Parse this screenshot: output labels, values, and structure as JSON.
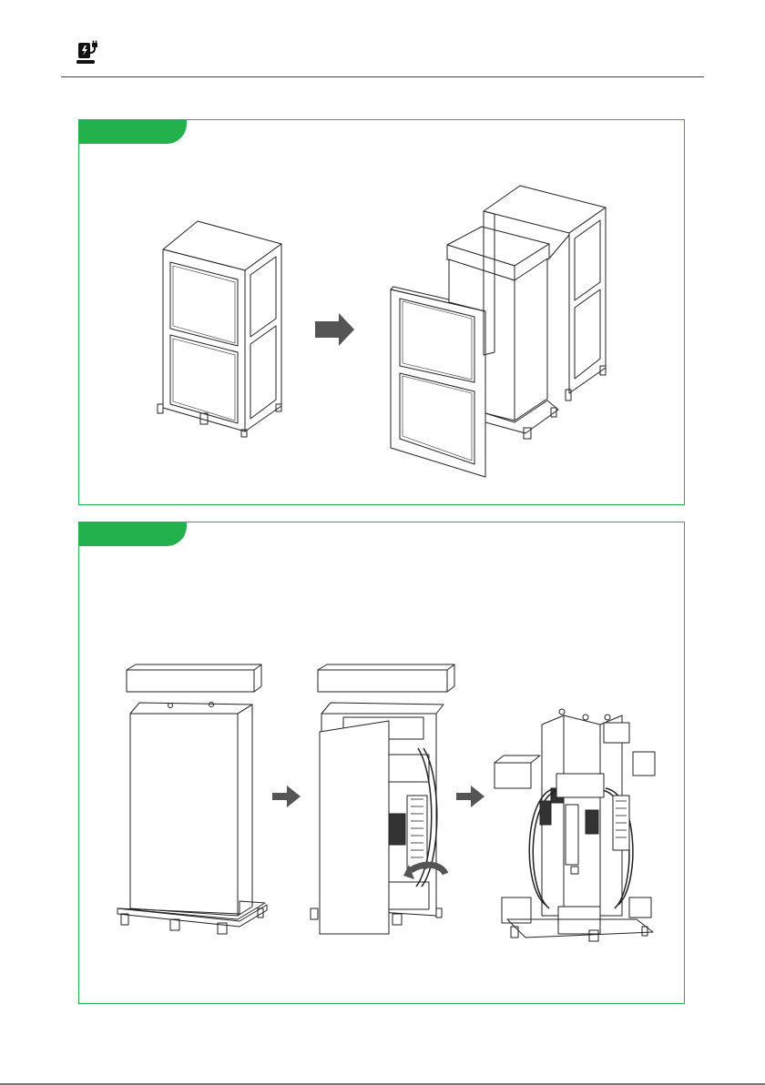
{
  "theme": {
    "accent": "#22b14c",
    "line": "#222222",
    "arrow": "#555555"
  },
  "header": {
    "logo_icon": "ev-charger-plug-icon"
  },
  "steps": [
    {
      "tab_label": "",
      "figures": [
        "crated-cabinet",
        "arrow-right-icon",
        "front-frame-panel",
        "carton-box",
        "crate-frame"
      ]
    },
    {
      "tab_label": "",
      "figures": [
        "boxed-charger",
        "arrow-right-icon",
        "opening-carton",
        "arrow-right-icon",
        "unpacked-charger-with-foam"
      ]
    }
  ]
}
